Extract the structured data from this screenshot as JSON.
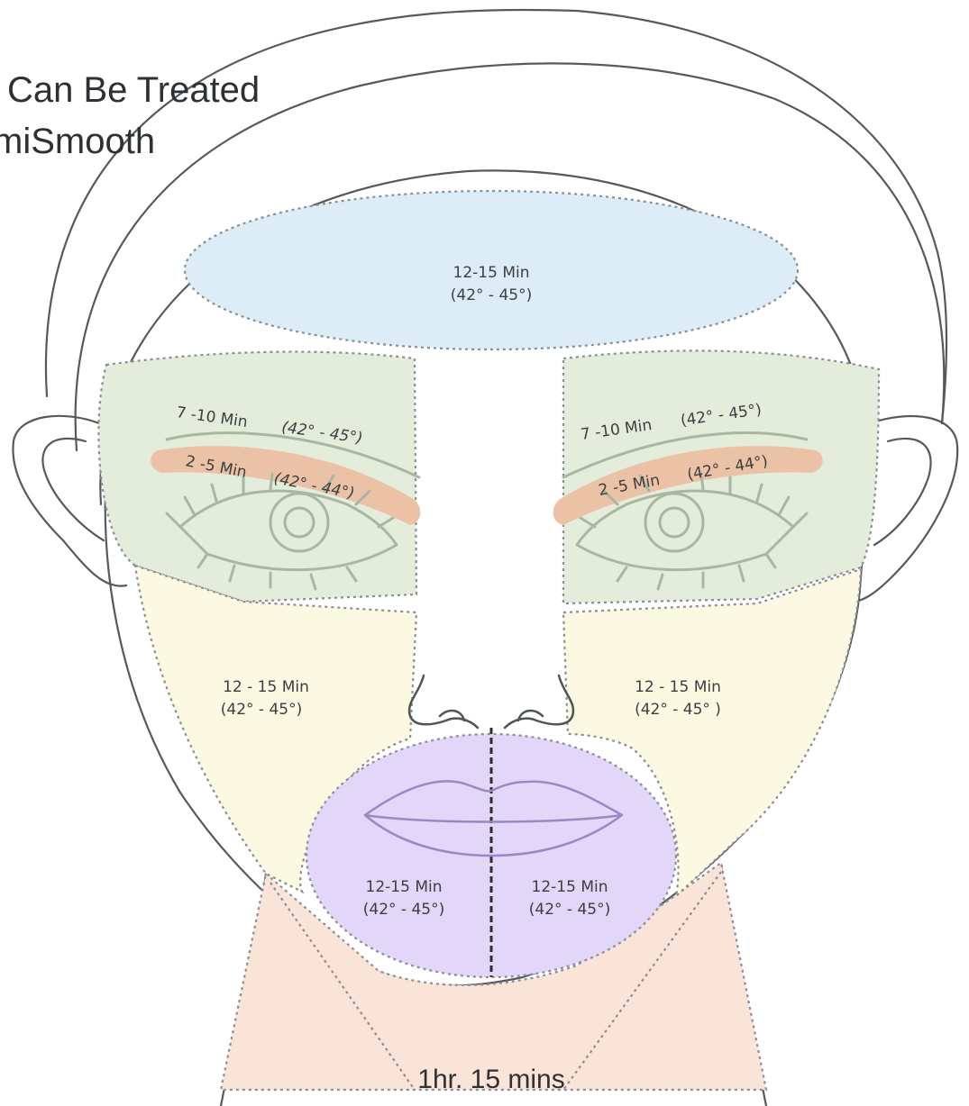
{
  "title": {
    "line1": "Can Be Treated",
    "line2": "miSmooth"
  },
  "zones": {
    "forehead": {
      "time": "12-15 Min",
      "temp": "(42° - 45°)",
      "color": "#dcedf7"
    },
    "left_brow": {
      "time": "7 -10 Min",
      "temp": "(42° - 45°)",
      "color": "#e4eddc"
    },
    "left_eyelid": {
      "time": "2 -5 Min",
      "temp": "(42° - 44°)",
      "color": "#ecc2a6"
    },
    "right_brow": {
      "time": "7 -10 Min",
      "temp": "(42° - 45°)",
      "color": "#e4eddc"
    },
    "right_eyelid": {
      "time": "2 -5 Min",
      "temp": "(42° - 44°)",
      "color": "#ecc2a6"
    },
    "left_cheek": {
      "time": "12 - 15  Min",
      "temp": "(42° - 45°)",
      "color": "#fcf9e3"
    },
    "right_cheek": {
      "time": "12 - 15  Min",
      "temp": "(42° - 45° )",
      "color": "#fcf9e3"
    },
    "left_mouth": {
      "time": "12-15 Min",
      "temp": "(42° - 45°)",
      "color": "#e2d6f9"
    },
    "right_mouth": {
      "time": "12-15 Min",
      "temp": "(42° - 45°)",
      "color": "#e2d6f9"
    },
    "neck": {
      "color": "#fae3d7"
    }
  },
  "total_time": "1hr. 15 mins"
}
